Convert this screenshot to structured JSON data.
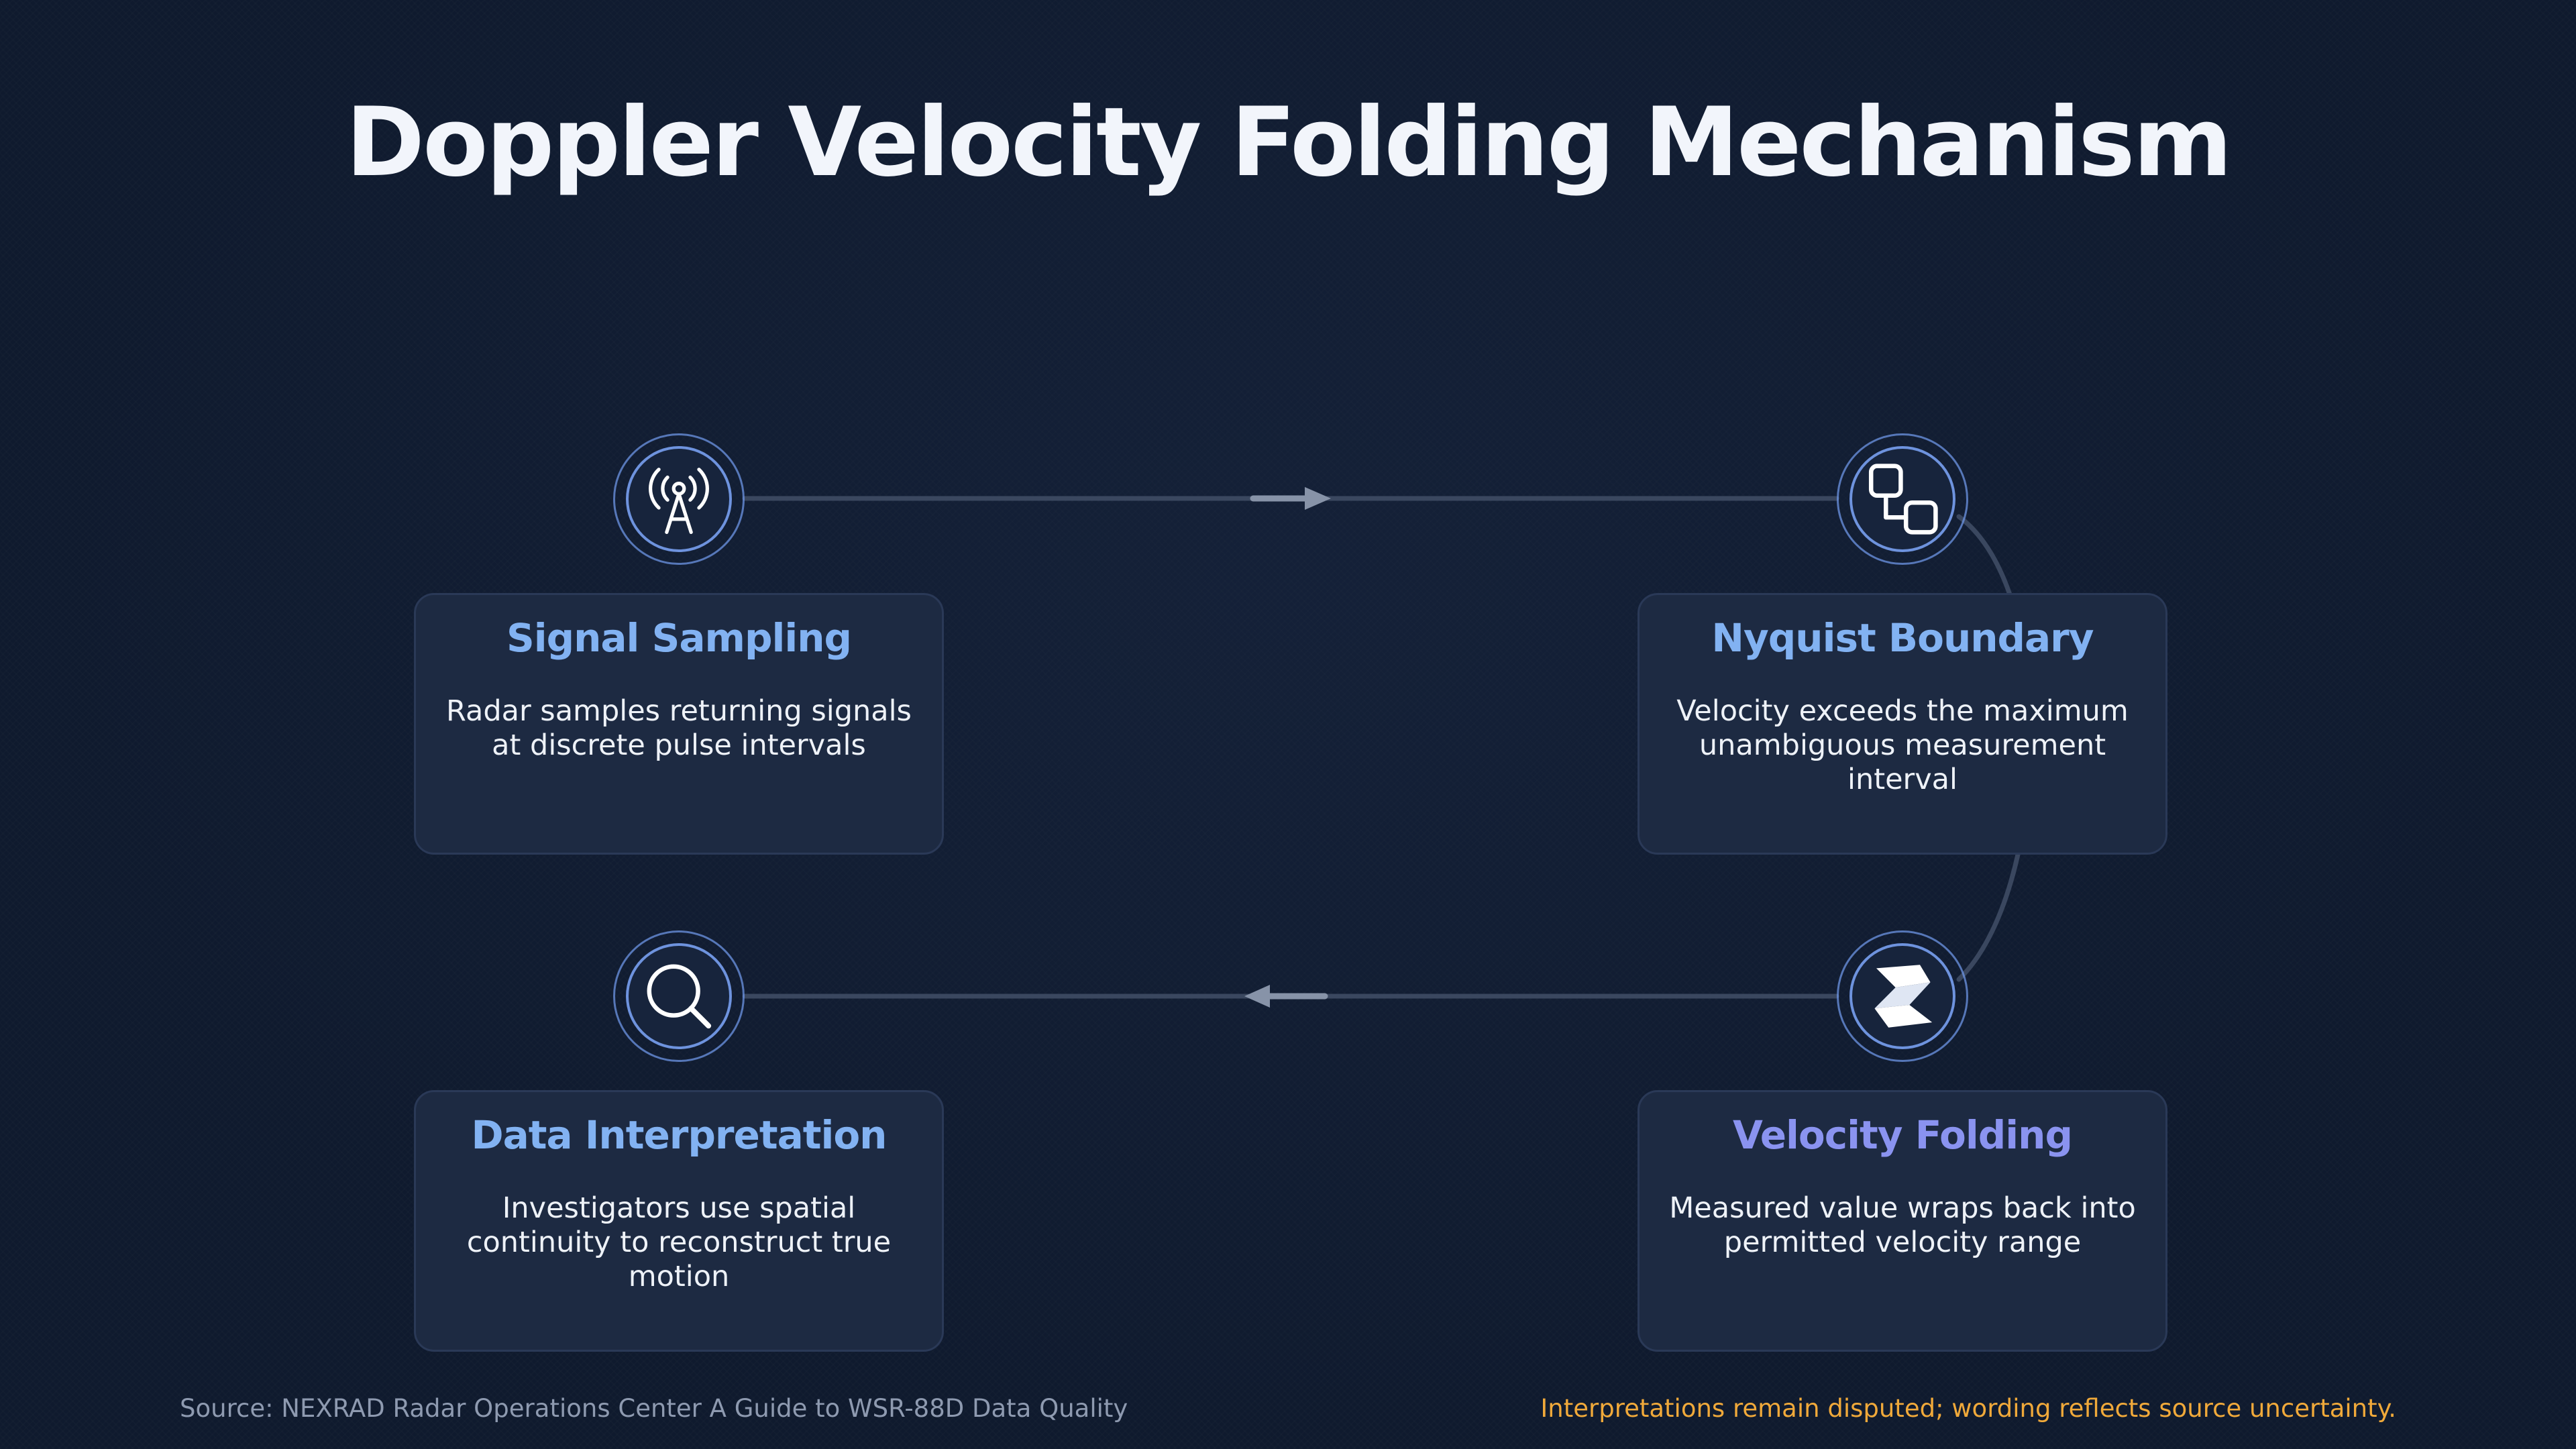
{
  "title": "Doppler Velocity Folding Mechanism",
  "steps": [
    {
      "title": "Signal Sampling",
      "body": "Radar samples returning signals at discrete pulse intervals",
      "icon": "radio-tower-icon"
    },
    {
      "title": "Nyquist Boundary",
      "body": "Velocity exceeds the maximum unambiguous measurement interval",
      "icon": "flow-blocks-icon"
    },
    {
      "title": "Velocity Folding",
      "body": "Measured value wraps back into permitted velocity range",
      "icon": "fold-icon"
    },
    {
      "title": "Data Interpretation",
      "body": "Investigators use spatial continuity to reconstruct true motion",
      "icon": "magnifier-icon"
    }
  ],
  "footer": {
    "source": "Source: NEXRAD Radar Operations Center A Guide to WSR-88D Data Quality",
    "note": "Interpretations remain disputed; wording reflects source uncertainty."
  },
  "colors": {
    "background": "#0f1a2e",
    "card": "#1d2a42",
    "title_blue": "#82b2f2",
    "title_violet": "#8a93f0",
    "note": "#f0a93a"
  }
}
